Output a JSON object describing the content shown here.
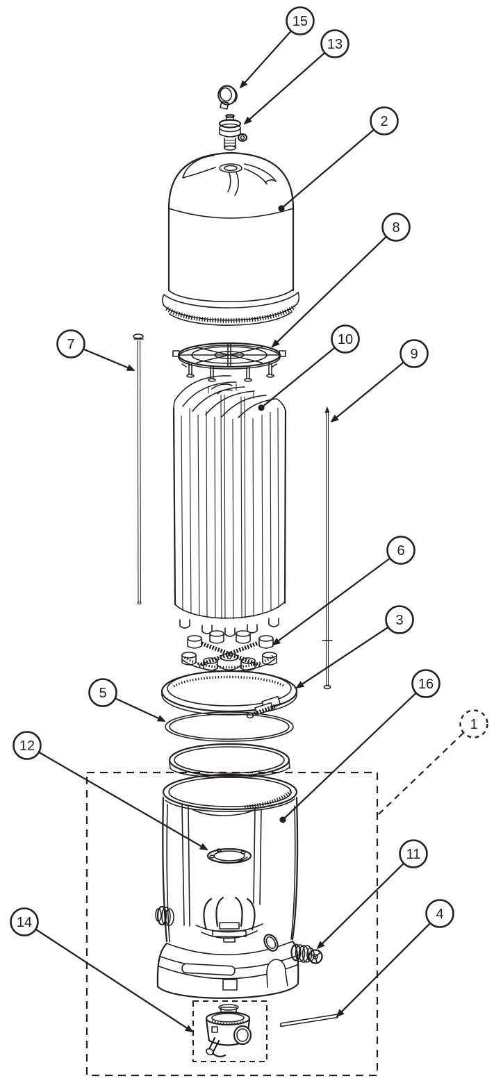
{
  "diagram": {
    "colors": {
      "background": "#ffffff",
      "line": "#231f20"
    },
    "callouts": {
      "c1": {
        "label": "1"
      },
      "c2": {
        "label": "2"
      },
      "c3": {
        "label": "3"
      },
      "c4": {
        "label": "4"
      },
      "c5": {
        "label": "5"
      },
      "c6": {
        "label": "6"
      },
      "c7": {
        "label": "7"
      },
      "c8": {
        "label": "8"
      },
      "c9": {
        "label": "9"
      },
      "c10": {
        "label": "10"
      },
      "c11": {
        "label": "11"
      },
      "c12": {
        "label": "12"
      },
      "c13": {
        "label": "13"
      },
      "c14": {
        "label": "14"
      },
      "c15": {
        "label": "15"
      },
      "c16": {
        "label": "16"
      }
    }
  }
}
